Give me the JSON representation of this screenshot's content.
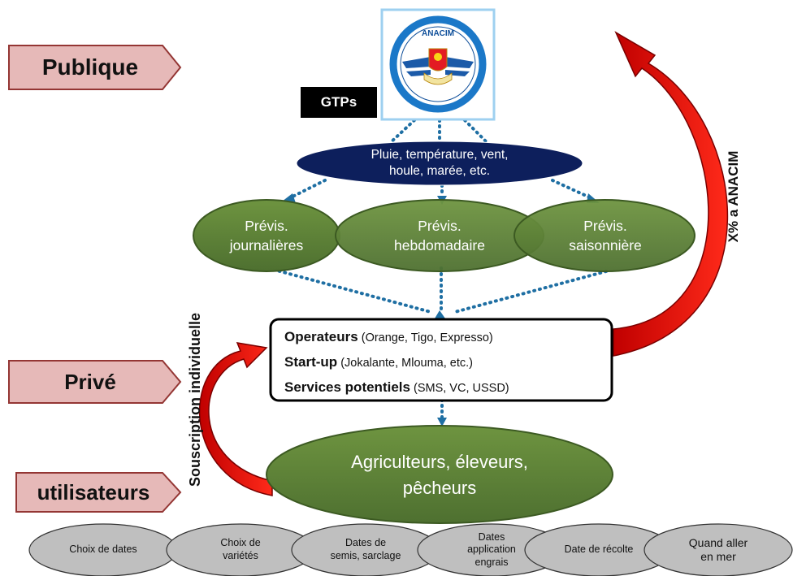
{
  "colors": {
    "tag_fill": "#E6B9B8",
    "tag_stroke": "#943634",
    "navy": "#0D1F5C",
    "green": "#5B7F36",
    "green_stroke": "#3C5A22",
    "gray": "#BFBFBF",
    "red": "#E81010",
    "dots": "#1F6FA3"
  },
  "tags": {
    "publique": "Publique",
    "prive": "Privé",
    "utilisateurs": "utilisateurs"
  },
  "logo": {
    "text": "ANACIM",
    "gtps": "GTPs"
  },
  "params": {
    "line1": "Pluie, température, vent,",
    "line2": "houle, marée, etc."
  },
  "forecasts": [
    {
      "line1": "Prévis.",
      "line2": "journalières"
    },
    {
      "line1": "Prévis.",
      "line2": "hebdomadaire"
    },
    {
      "line1": "Prévis.",
      "line2": "saisonnière"
    }
  ],
  "operators": {
    "row1_bold": "Operateurs",
    "row1_rest": "(Orange, Tigo, Expresso)",
    "row2_bold": "Start-up",
    "row2_rest": "(Jokalante, Mlouma, etc.)",
    "row3_bold": "Services potentiels",
    "row3_rest": "(SMS, VC, USSD)"
  },
  "users": {
    "line1": "Agriculteurs, éleveurs,",
    "line2": "pêcheurs"
  },
  "labels": {
    "souscription": "Souscription individuelle",
    "anacim_share": "X% a ANACIM"
  },
  "decisions": [
    {
      "line1": "Choix de dates",
      "line2": "",
      "line3": ""
    },
    {
      "line1": "Choix de",
      "line2": "variétés",
      "line3": ""
    },
    {
      "line1": "Dates de",
      "line2": "semis, sarclage",
      "line3": ""
    },
    {
      "line1": "Dates",
      "line2": "application",
      "line3": "engrais"
    },
    {
      "line1": "Date de récolte",
      "line2": "",
      "line3": ""
    },
    {
      "line1": "Quand aller",
      "line2": "en mer",
      "line3": ""
    }
  ]
}
